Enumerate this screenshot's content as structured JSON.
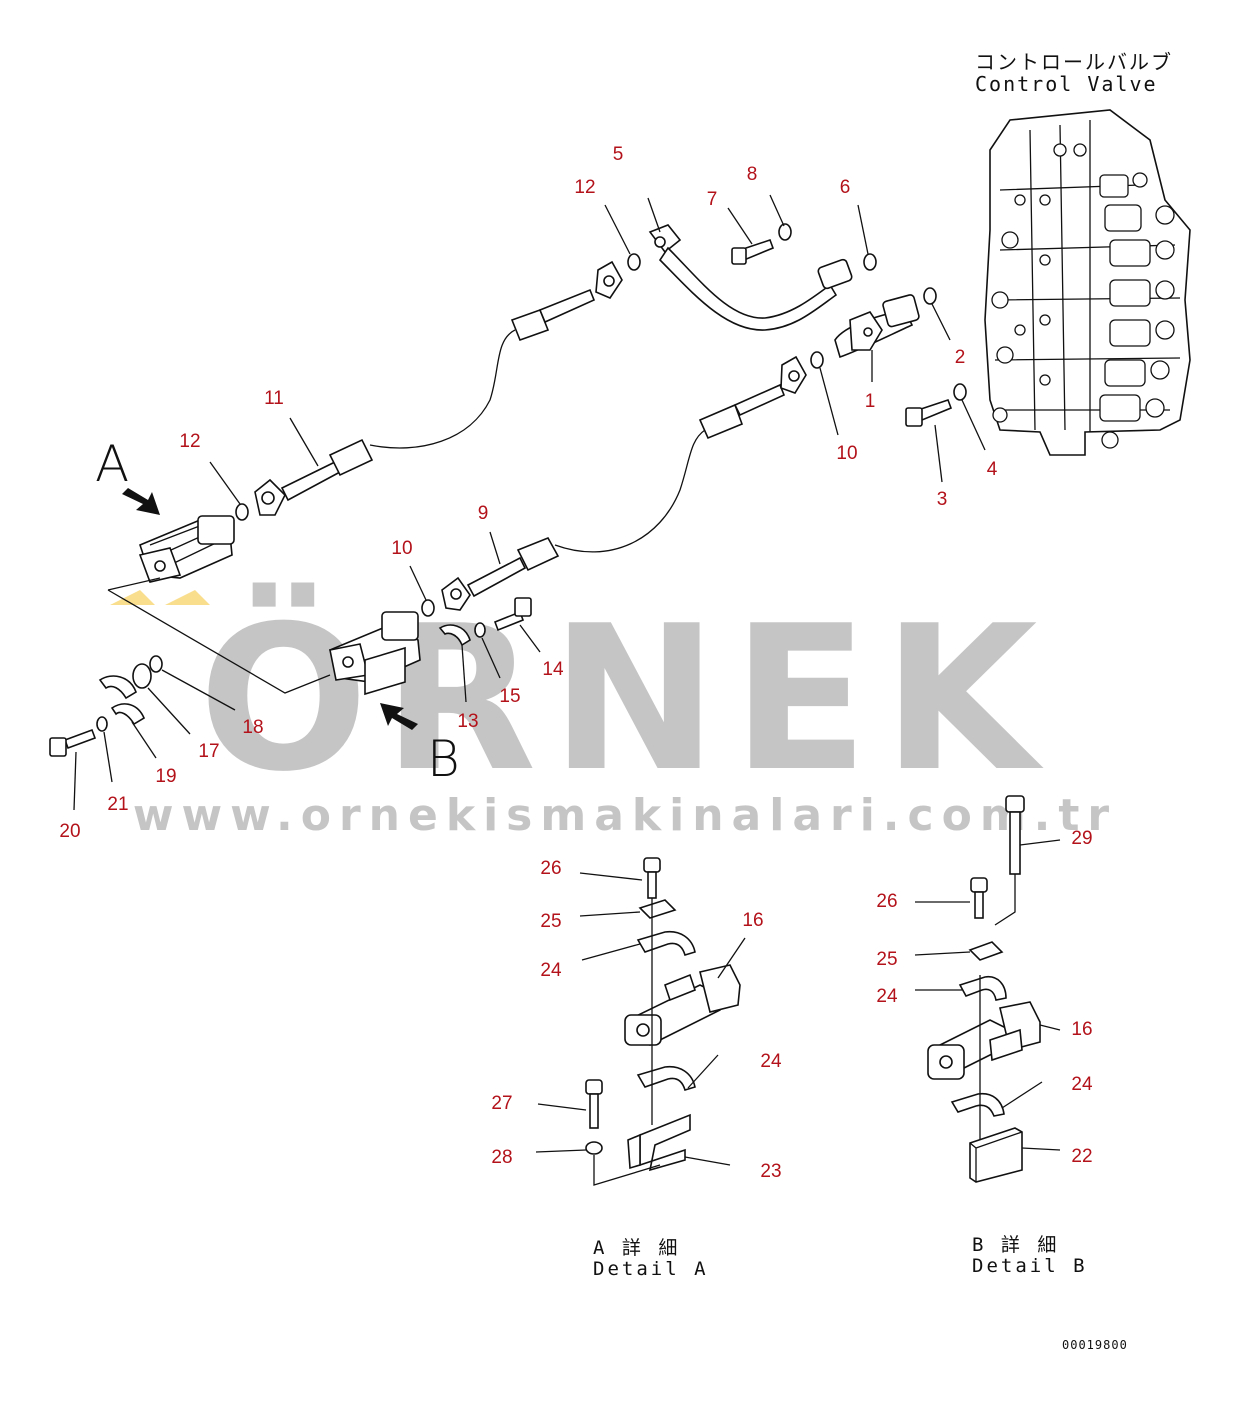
{
  "title": {
    "japanese": "コントロールバルブ",
    "english": "Control Valve"
  },
  "view_letters": {
    "a": "A",
    "b": "B"
  },
  "details": {
    "a": {
      "japanese": "A 詳 細",
      "english": "Detail A"
    },
    "b": {
      "japanese": "B 詳 細",
      "english": "Detail B"
    }
  },
  "drawing_number": "00019800",
  "watermark": {
    "brand": "ÖRNEK",
    "url": "www.ornekismakinalari.com.tr"
  },
  "callouts": [
    "5",
    "12",
    "7",
    "8",
    "6",
    "2",
    "1",
    "4",
    "3",
    "10",
    "11",
    "12",
    "9",
    "10",
    "14",
    "15",
    "13",
    "18",
    "17",
    "19",
    "21",
    "20",
    "26",
    "25",
    "16",
    "24",
    "24",
    "27",
    "28",
    "23",
    "29",
    "26",
    "25",
    "24",
    "16",
    "24",
    "22"
  ],
  "colors": {
    "callout": "#b3121a",
    "line": "#111111",
    "watermark_gray": "#969696",
    "watermark_yellow": "#f5c842"
  }
}
